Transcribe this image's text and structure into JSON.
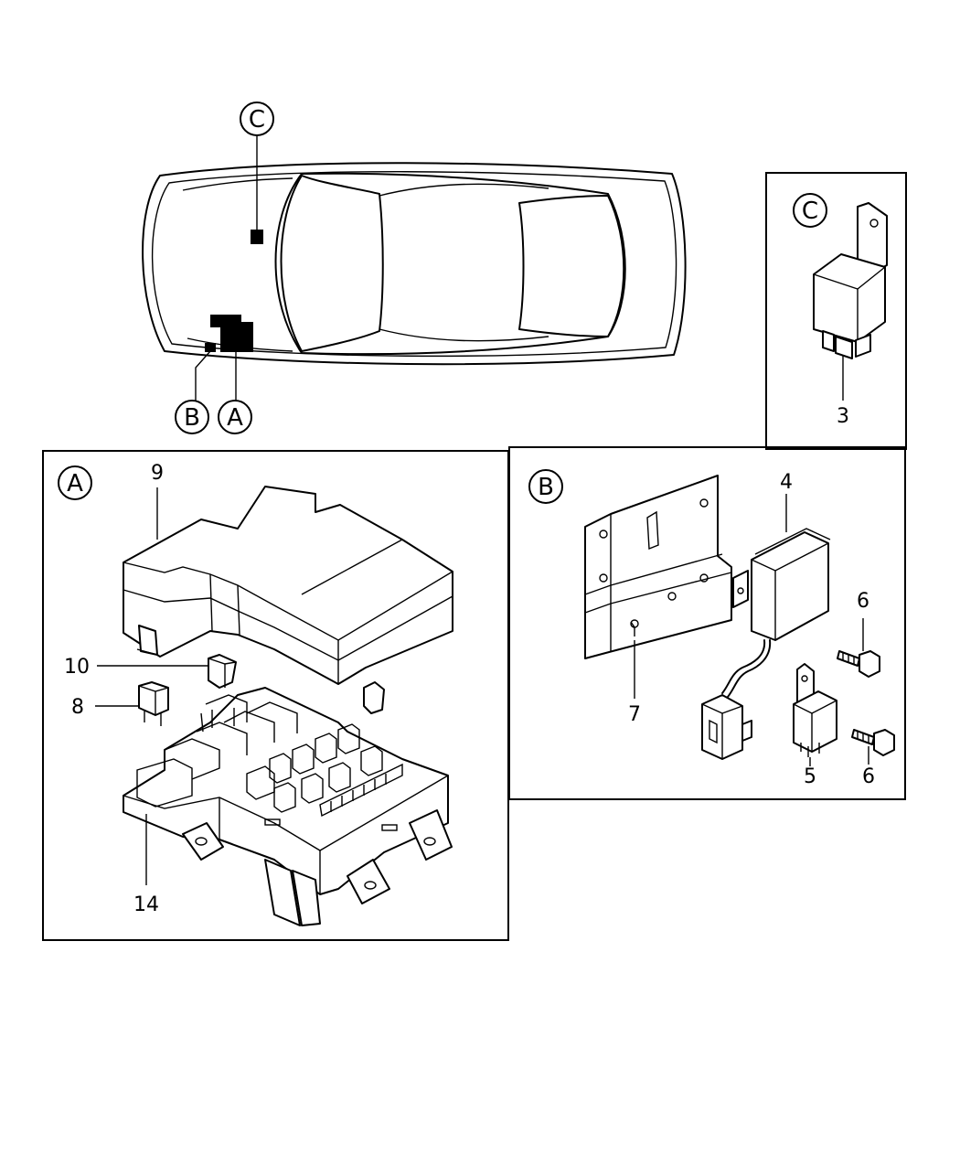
{
  "callouts": {
    "car_c": "C",
    "car_b": "B",
    "car_a": "A",
    "panel_c": "C",
    "panel_a": "A",
    "panel_b": "B"
  },
  "parts": {
    "p3": "3",
    "p4": "4",
    "p5": "5",
    "p6_top": "6",
    "p6_bottom": "6",
    "p7": "7",
    "p8": "8",
    "p9": "9",
    "p10": "10",
    "p14": "14"
  }
}
